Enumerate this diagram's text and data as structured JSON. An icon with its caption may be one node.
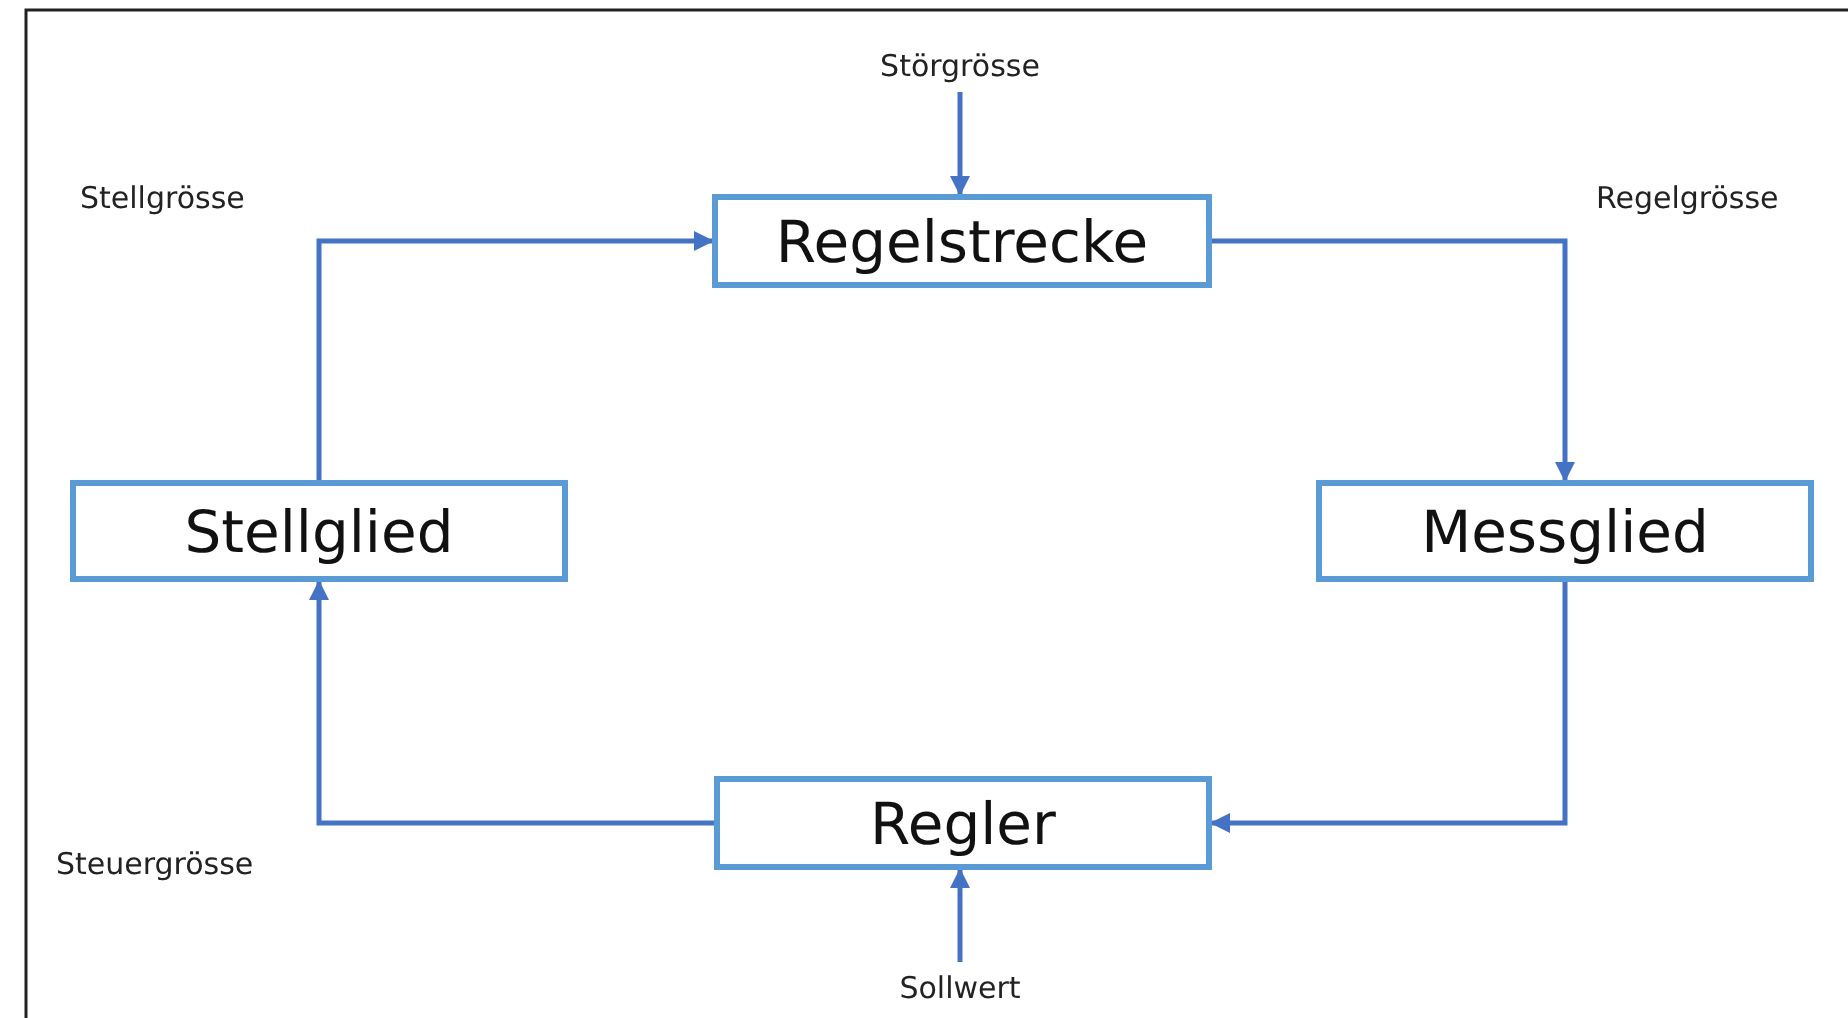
{
  "diagram": {
    "nodes": [
      {
        "text": [
          "Störgrösse"
        ]
      },
      {
        "text": [
          "Regelstrecke"
        ]
      },
      {
        "text": [
          "Stellglied"
        ]
      },
      {
        "text": [
          "Messglied"
        ]
      },
      {
        "text": [
          "Regler"
        ]
      },
      {
        "text": [
          "Sollwert"
        ]
      }
    ],
    "edges": [
      {
        "from": 0,
        "to": 1,
        "arrow": "to"
      },
      {
        "from": 2,
        "to": 1,
        "arrow": "to"
      },
      {
        "from": 1,
        "to": 3,
        "arrow": "to"
      },
      {
        "from": 3,
        "to": 4,
        "arrow": "to"
      },
      {
        "from": 4,
        "to": 2,
        "arrow": "to"
      },
      {
        "from": 5,
        "to": 4,
        "arrow": "to"
      }
    ],
    "labels": [
      "Stellgrösse",
      "Regelgrösse",
      "Steuergrösse"
    ]
  }
}
